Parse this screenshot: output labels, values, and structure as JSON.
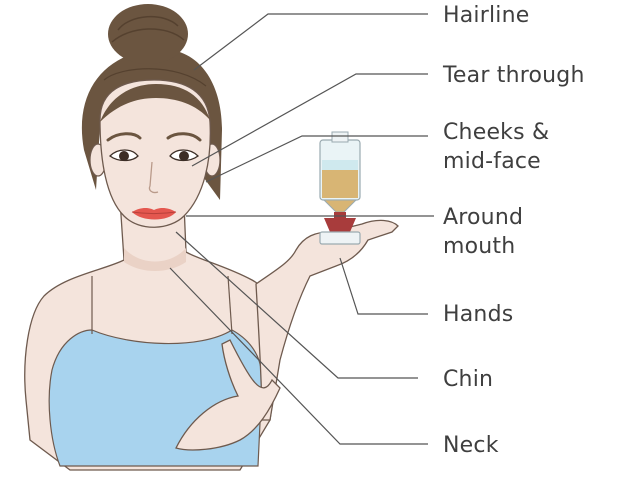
{
  "labels": {
    "hairline": "Hairline",
    "tear_through": "Tear through",
    "cheeks_midface": "Cheeks &\nmid-face",
    "around_mouth": "Around\nmouth",
    "hands": "Hands",
    "chin": "Chin",
    "neck": "Neck"
  },
  "colors": {
    "skin": "#f4e4dc",
    "skin_shadow": "#ead2c6",
    "hair": "#6b5540",
    "hair_dark": "#55412f",
    "top": "#a8d3ee",
    "lips": "#e4574f",
    "leader_line": "#555555",
    "outline": "#6e5a4e"
  }
}
